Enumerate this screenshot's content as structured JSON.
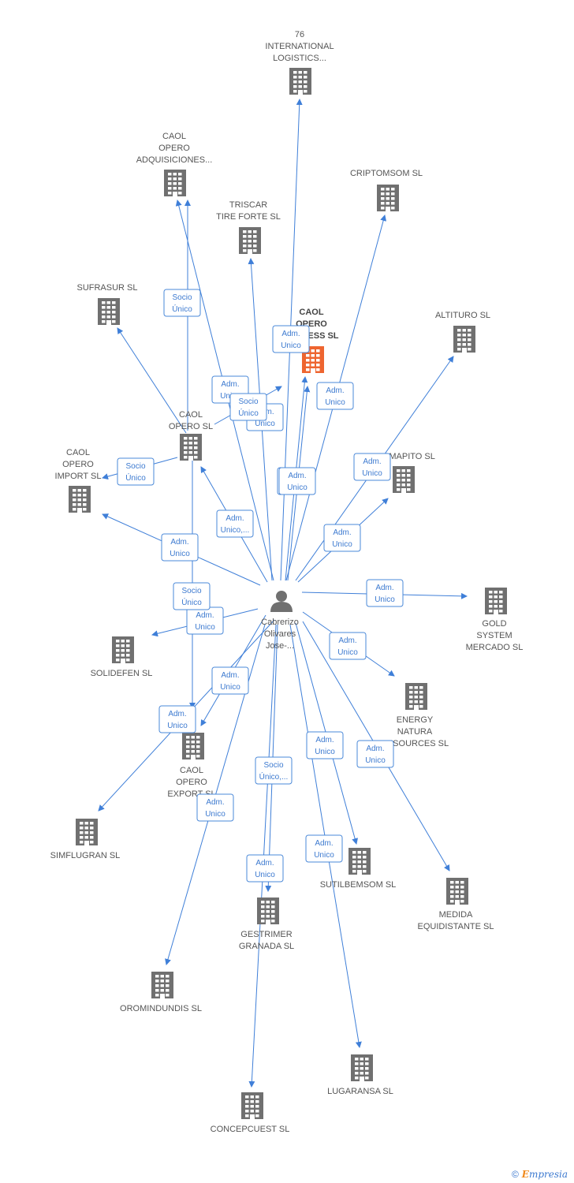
{
  "colors": {
    "edge": "#3f7fd8",
    "building": "#707070",
    "highlight": "#ee6530",
    "person": "#707070"
  },
  "center": {
    "label": [
      "Cabrerizo",
      "Olivares",
      "Jose-..."
    ],
    "icon": "person-icon"
  },
  "nodes": [
    {
      "id": "76international",
      "label": [
        "76",
        "INTERNATIONAL",
        "LOGISTICS..."
      ]
    },
    {
      "id": "caoladquisiciones",
      "label": [
        "CAOL",
        "OPERO",
        "ADQUISICIONES..."
      ]
    },
    {
      "id": "criptomsom",
      "label": [
        "CRIPTOMSOM SL"
      ]
    },
    {
      "id": "triscar",
      "label": [
        "TRISCAR",
        "TIRE FORTE SL"
      ]
    },
    {
      "id": "sufrasur",
      "label": [
        "SUFRASUR SL"
      ]
    },
    {
      "id": "caolexpress",
      "label": [
        "CAOL",
        "OPERO",
        "EXPRESS  SL"
      ],
      "highlight": true
    },
    {
      "id": "altituro",
      "label": [
        "ALTITURO SL"
      ]
    },
    {
      "id": "caolopero",
      "label": [
        "CAOL",
        "OPERO  SL"
      ]
    },
    {
      "id": "camapito",
      "label": [
        "CAMAPITO SL"
      ]
    },
    {
      "id": "caolimport",
      "label": [
        "CAOL",
        "OPERO",
        "IMPORT  SL"
      ]
    },
    {
      "id": "goldsystem",
      "label": [
        "GOLD",
        "SYSTEM",
        "MERCADO SL"
      ]
    },
    {
      "id": "solidefen",
      "label": [
        "SOLIDEFEN SL"
      ]
    },
    {
      "id": "energynatura",
      "label": [
        "ENERGY",
        "NATURA",
        "RESOURCES SL"
      ]
    },
    {
      "id": "caolexport",
      "label": [
        "CAOL",
        "OPERO",
        "EXPORT  SL"
      ]
    },
    {
      "id": "simflugran",
      "label": [
        "SIMFLUGRAN SL"
      ]
    },
    {
      "id": "sutilbemsom",
      "label": [
        "SUTILBEMSOM SL"
      ]
    },
    {
      "id": "medida",
      "label": [
        "MEDIDA",
        "EQUIDISTANTE SL"
      ]
    },
    {
      "id": "gestrimer",
      "label": [
        "GESTRIMER",
        "GRANADA SL"
      ]
    },
    {
      "id": "oromindundis",
      "label": [
        "OROMINDUNDIS SL"
      ]
    },
    {
      "id": "lugaransa",
      "label": [
        "LUGARANSA SL"
      ]
    },
    {
      "id": "concepcuest",
      "label": [
        "CONCEPCUEST SL"
      ]
    }
  ],
  "edges": [
    {
      "to": "76international",
      "label": [
        "Adm.",
        "Unico"
      ]
    },
    {
      "to": "caoladquisiciones",
      "label": [
        "Adm.",
        "Unico"
      ]
    },
    {
      "from": "caolopero",
      "to": "caoladquisiciones",
      "label": [
        "Socio",
        "Único"
      ]
    },
    {
      "to": "criptomsom",
      "label": [
        "Adm.",
        "Unico"
      ]
    },
    {
      "to": "triscar",
      "label": [
        "Adm.",
        "Unico"
      ]
    },
    {
      "from": "caolopero",
      "to": "sufrasur",
      "label": []
    },
    {
      "to": "caolexpress",
      "label": [
        "Adm.",
        "Unico"
      ]
    },
    {
      "from": "caolopero",
      "to": "caolexpress",
      "label": [
        "Socio",
        "Único"
      ]
    },
    {
      "to": "caolexpress",
      "label": [
        "Adm.",
        "Unico"
      ]
    },
    {
      "to": "altituro",
      "label": [
        "Adm.",
        "Unico"
      ]
    },
    {
      "to": "camapito",
      "label": [
        "Adm.",
        "Unico"
      ]
    },
    {
      "to": "caolopero",
      "label": [
        "Adm.",
        "Unico,..."
      ]
    },
    {
      "from": "caolopero",
      "to": "caolimport",
      "label": [
        "Socio",
        "Único"
      ]
    },
    {
      "to": "caolimport",
      "label": [
        "Adm.",
        "Unico"
      ]
    },
    {
      "to": "goldsystem",
      "label": [
        "Adm.",
        "Unico"
      ]
    },
    {
      "to": "solidefen",
      "label": [
        "Adm.",
        "Unico"
      ]
    },
    {
      "from": "caolopero",
      "to": "caolexport",
      "label": [
        "Socio",
        "Único"
      ]
    },
    {
      "to": "energynatura",
      "label": [
        "Adm.",
        "Unico"
      ]
    },
    {
      "to": "caolexport",
      "label": [
        "Adm.",
        "Unico"
      ]
    },
    {
      "to": "simflugran",
      "label": [
        "Adm.",
        "Unico"
      ]
    },
    {
      "to": "sutilbemsom",
      "label": [
        "Adm.",
        "Unico"
      ]
    },
    {
      "to": "medida",
      "label": [
        "Adm.",
        "Unico"
      ]
    },
    {
      "to": "gestrimer",
      "label": [
        "Socio",
        "Único,..."
      ]
    },
    {
      "to": "oromindundis",
      "label": [
        "Adm.",
        "Unico"
      ]
    },
    {
      "to": "lugaransa",
      "label": [
        "Adm.",
        "Unico"
      ]
    },
    {
      "to": "concepcuest",
      "label": [
        "Adm.",
        "Unico"
      ]
    }
  ],
  "footer": {
    "copyright": "©",
    "brand_initial": "E",
    "brand_rest": "mpresia"
  }
}
